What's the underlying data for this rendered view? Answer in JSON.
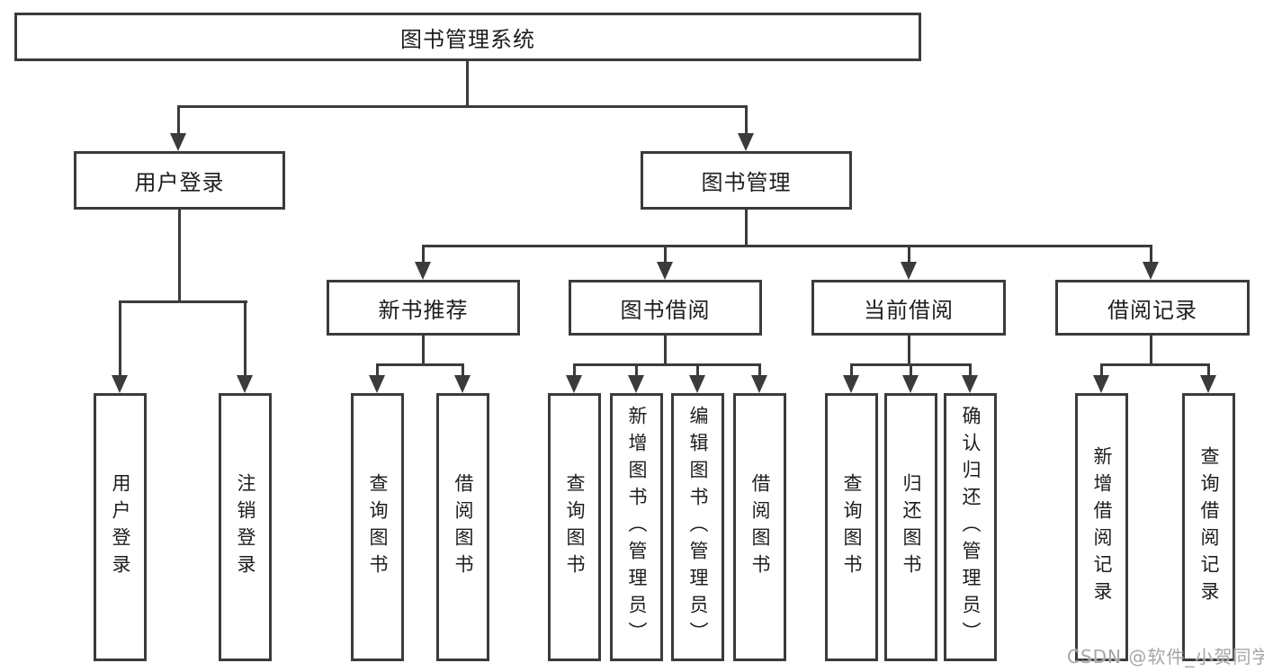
{
  "diagram": {
    "nodes": {
      "root": "图书管理系统",
      "user_login": "用户登录",
      "book_mgmt": "图书管理",
      "new_book_rec": "新书推荐",
      "book_borrow": "图书借阅",
      "current_borrow": "当前借阅",
      "borrow_records": "借阅记录"
    },
    "leaves": [
      {
        "id": "user-login",
        "label": "用户登录"
      },
      {
        "id": "logout",
        "label": "注销登录"
      },
      {
        "id": "nbr-query-books",
        "label": "查询图书"
      },
      {
        "id": "nbr-borrow-books",
        "label": "借阅图书"
      },
      {
        "id": "bb-query-books",
        "label": "查询图书"
      },
      {
        "id": "bb-add-book-admin",
        "label": "新增图书（管理员）"
      },
      {
        "id": "bb-edit-book-admin",
        "label": "编辑图书（管理员）"
      },
      {
        "id": "bb-borrow-books",
        "label": "借阅图书"
      },
      {
        "id": "cb-query-books",
        "label": "查询图书"
      },
      {
        "id": "cb-return-books",
        "label": "归还图书"
      },
      {
        "id": "cb-confirm-return-admin",
        "label": "确认归还（管理员）"
      },
      {
        "id": "br-add-borrow-record",
        "label": "新增借阅记录"
      },
      {
        "id": "br-query-borrow-record",
        "label": "查询借阅记录"
      }
    ],
    "watermark": "CSDN @软件_小贺同学",
    "colors": {
      "line": "#3b3b3b",
      "box_border": "#3b3b3b",
      "box_fill": "#ffffff",
      "text": "#1d1d1d",
      "watermark": "#a6a6a6",
      "background": "#ffffff"
    }
  }
}
